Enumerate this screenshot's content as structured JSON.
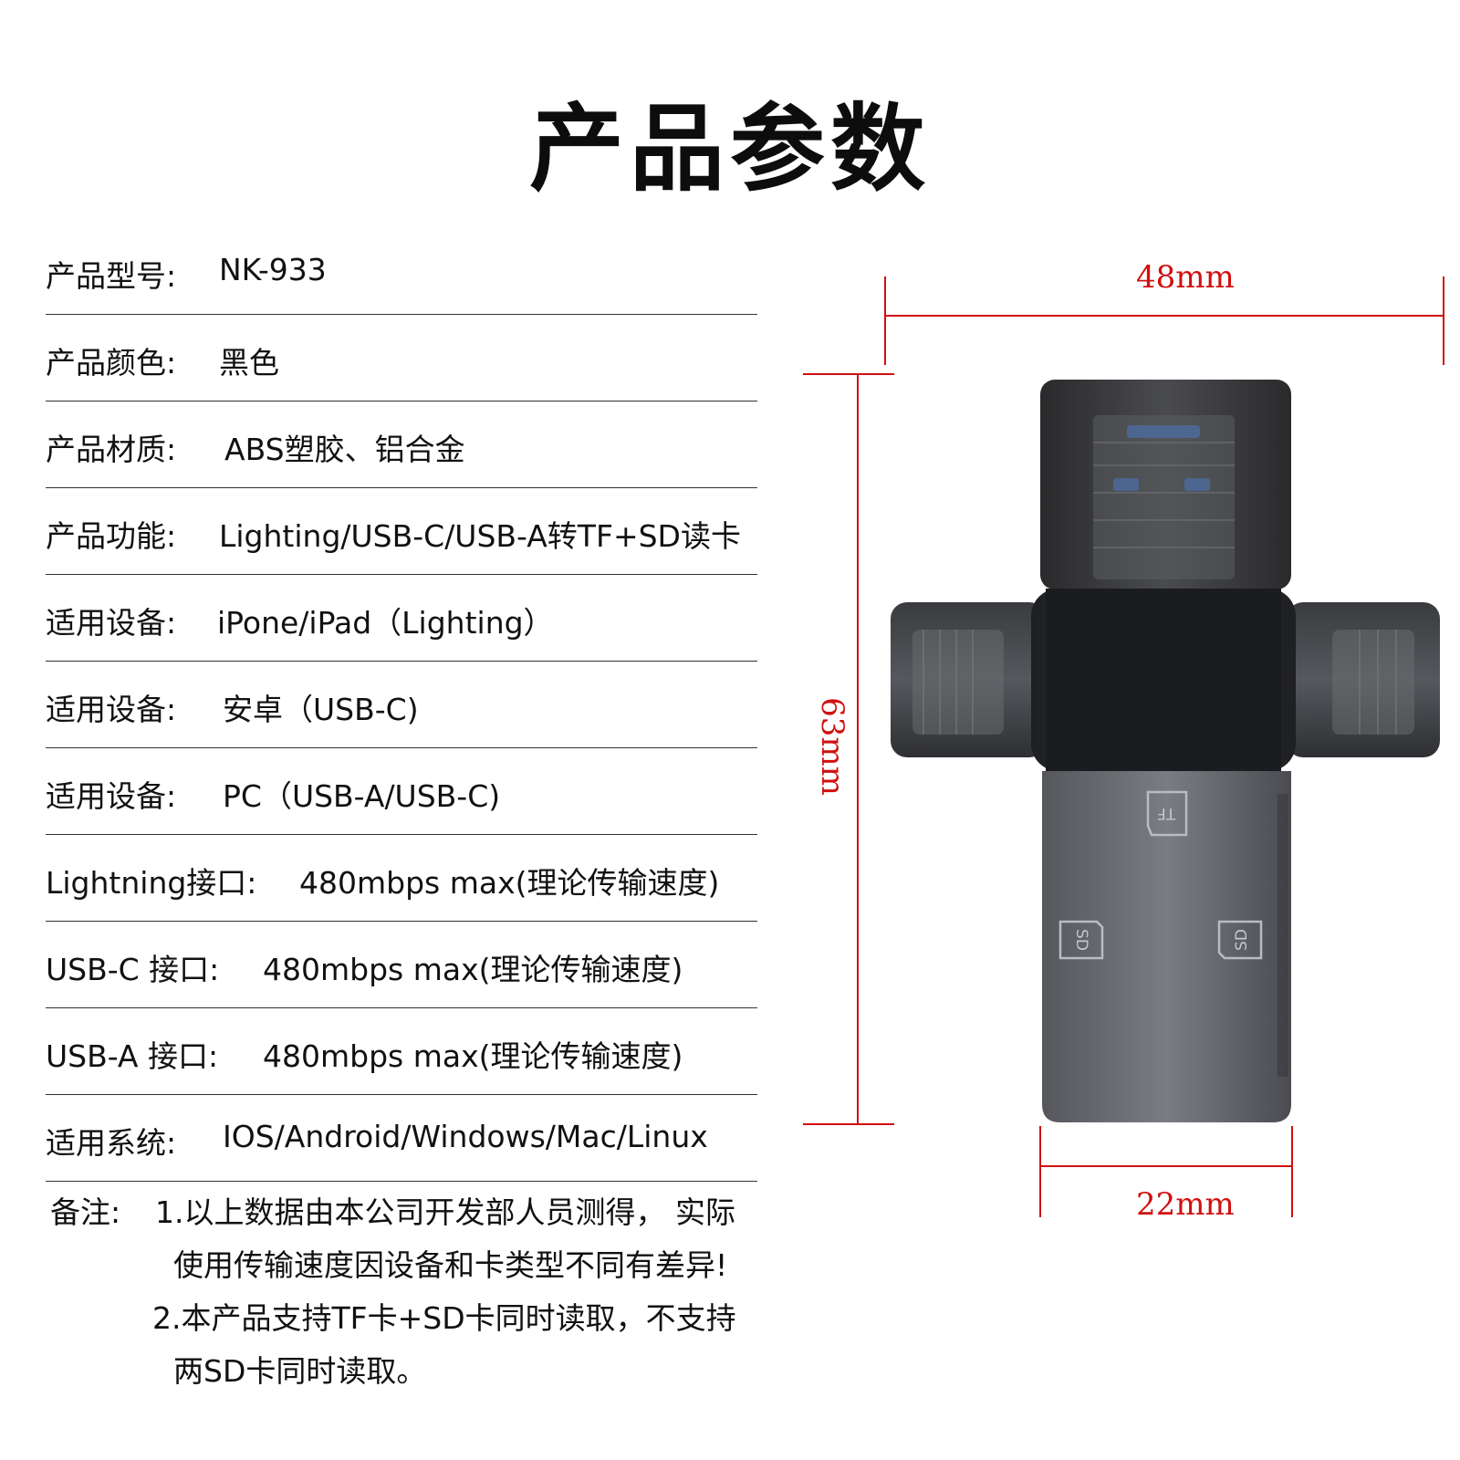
{
  "title": "产品参数",
  "specs": [
    {
      "label": "产品型号:",
      "value": "NK-933"
    },
    {
      "label": "产品颜色:",
      "value": "黑色"
    },
    {
      "label": "产品材质:",
      "value": "ABS塑胶、铝合金"
    },
    {
      "label": "产品功能:",
      "value": "Lighting/USB-C/USB-A转TF+SD读卡"
    },
    {
      "label": "适用设备:",
      "value": "iPone/iPad（Lighting）"
    },
    {
      "label": "适用设备:",
      "value": "安卓（USB-C)"
    },
    {
      "label": "适用设备:",
      "value": "PC（USB-A/USB-C)"
    },
    {
      "label": "Lightning接口:",
      "value": "480mbps max(理论传输速度)"
    },
    {
      "label": "USB-C 接口:",
      "value": "480mbps max(理论传输速度)"
    },
    {
      "label": "USB-A 接口:",
      "value": "480mbps max(理论传输速度)"
    },
    {
      "label": "适用系统:",
      "value": "IOS/Android/Windows/Mac/Linux"
    }
  ],
  "notes": {
    "label": "备注:",
    "lines": [
      "1.以上数据由本公司开发部人员测得， 实际",
      "使用传输速度因设备和卡类型不同有差异!",
      "2.本产品支持TF卡+SD卡同时读取，不支持",
      "两SD卡同时读取。"
    ]
  },
  "dimensions": {
    "width": "48mm",
    "height": "63mm",
    "depth": "22mm",
    "line_color": "#d01010"
  },
  "device": {
    "slot_labels": {
      "tf": "TF",
      "sd_left": "SD",
      "sd_right": "SD"
    },
    "body_color": "#2b2d31"
  }
}
